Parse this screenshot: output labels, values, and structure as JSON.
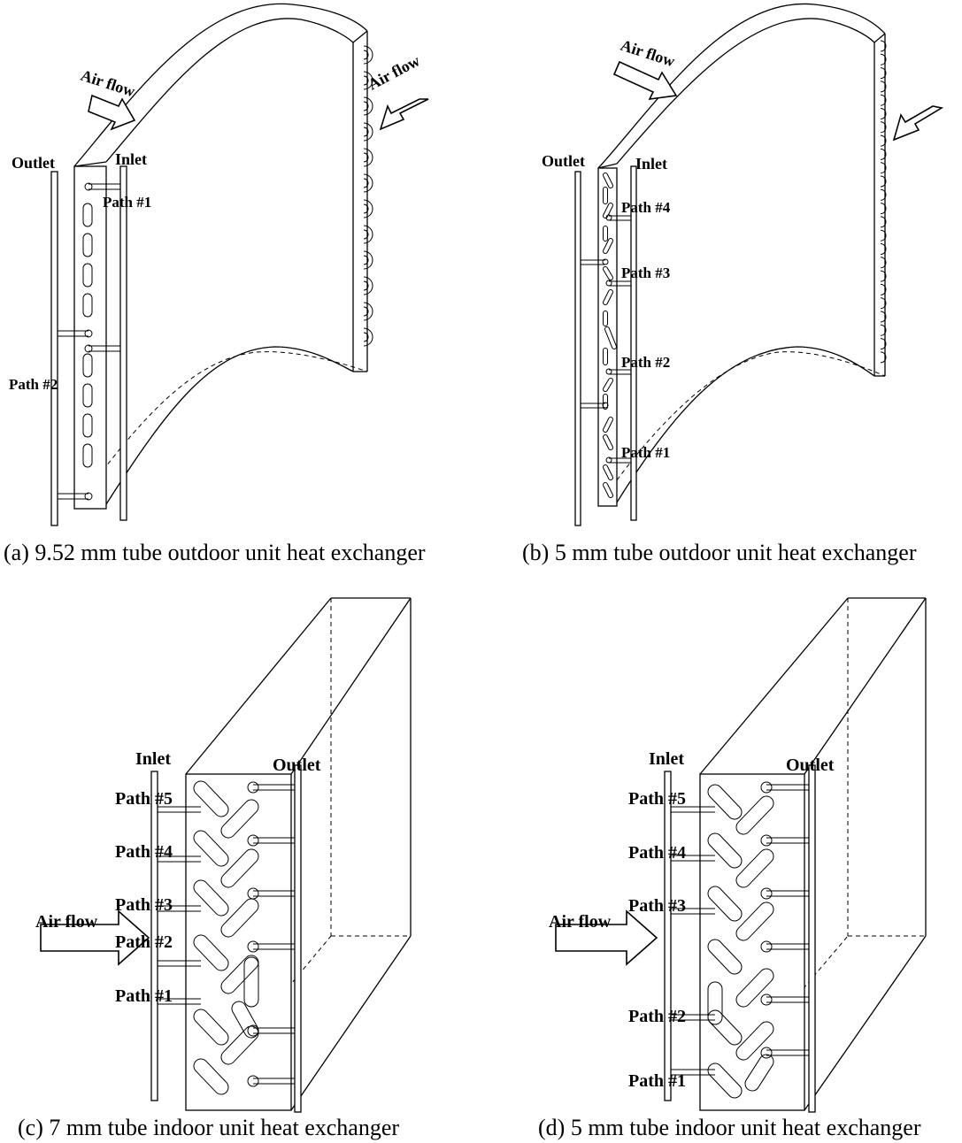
{
  "panels": {
    "a": {
      "caption": "(a) 9.52 mm  tube outdoor unit heat exchanger",
      "outlet": "Outlet",
      "inlet": "Inlet",
      "air_flow_1": "Air flow",
      "air_flow_2": "Air flow",
      "paths": [
        "Path #1",
        "Path #2"
      ]
    },
    "b": {
      "caption": "(b) 5 mm tube outdoor unit heat exchanger",
      "outlet": "Outlet",
      "inlet": "Inlet",
      "air_flow_1": "Air flow",
      "paths": [
        "Path #4",
        "Path #3",
        "Path #2",
        "Path #1"
      ]
    },
    "c": {
      "caption": "(c) 7 mm  tube indoor unit heat exchanger",
      "inlet": "Inlet",
      "outlet": "Outlet",
      "air_flow": "Air flow",
      "paths": [
        "Path #5",
        "Path #4",
        "Path #3",
        "Path #2",
        "Path #1"
      ]
    },
    "d": {
      "caption": "(d) 5 mm tube indoor unit heat exchanger",
      "inlet": "Inlet",
      "outlet": "Outlet",
      "air_flow": "Air flow",
      "paths": [
        "Path #5",
        "Path #4",
        "Path #3",
        "Path #2",
        "Path #1"
      ]
    }
  }
}
